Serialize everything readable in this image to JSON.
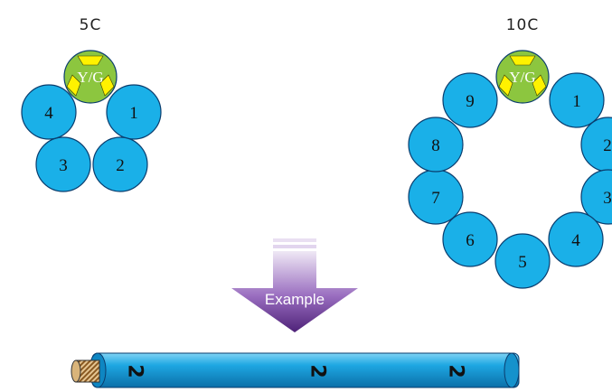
{
  "colors": {
    "core_fill": "#1ab0e8",
    "core_stroke": "#0a3d6e",
    "yg_green": "#8cc63f",
    "yg_yellow": "#fff200",
    "arrow_top": "#e6dcef",
    "arrow_bottom": "#5b2a86",
    "cable": "#1ea7e2",
    "copper": "#c89d5e"
  },
  "diagrams": {
    "five_core": {
      "title": "5C",
      "ground_label": "Y/G",
      "cores": [
        "1",
        "2",
        "3",
        "4"
      ]
    },
    "ten_core": {
      "title": "10C",
      "ground_label": "Y/G",
      "cores": [
        "1",
        "2",
        "3",
        "4",
        "5",
        "6",
        "7",
        "8",
        "9"
      ]
    }
  },
  "arrow": {
    "label": "Example",
    "icon": "down-arrow-icon"
  },
  "cable": {
    "marks": [
      "2",
      "2",
      "2"
    ],
    "icon": "copper-conductor-end-icon"
  }
}
